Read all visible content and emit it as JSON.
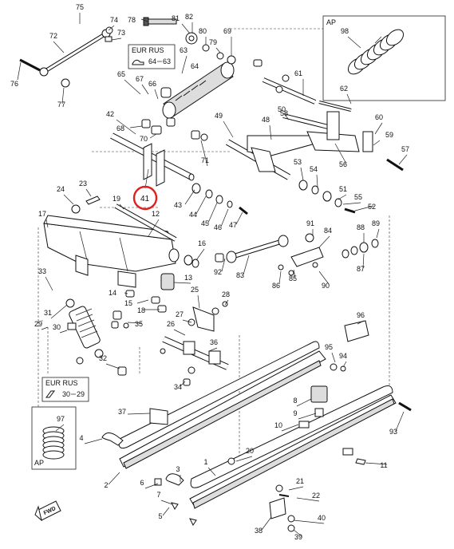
{
  "inset_label": "AP",
  "eur_rus_box_1": {
    "title": "EUR RUS",
    "a": "64",
    "b": "63"
  },
  "eur_rus_box_2": {
    "title": "EUR RUS",
    "a": "30",
    "b": "29"
  },
  "callout_label": "41",
  "fwd_label": "FWD",
  "part_numbers": [
    "75",
    "74",
    "73",
    "72",
    "76",
    "77",
    "78",
    "81",
    "82",
    "80",
    "79",
    "69",
    "63",
    "64",
    "65",
    "66",
    "67",
    "68",
    "70",
    "71",
    "42",
    "43",
    "44",
    "45",
    "46",
    "47",
    "48",
    "49",
    "50",
    "51",
    "52",
    "53",
    "54",
    "55",
    "56",
    "57",
    "58",
    "59",
    "60",
    "61",
    "62",
    "83",
    "84",
    "85",
    "86",
    "87",
    "88",
    "89",
    "90",
    "91",
    "92",
    "93",
    "94",
    "95",
    "96",
    "97",
    "98",
    "1",
    "2",
    "3",
    "4",
    "5",
    "6",
    "7",
    "8",
    "9",
    "10",
    "11",
    "12",
    "13",
    "14",
    "15",
    "16",
    "17",
    "18",
    "19",
    "20",
    "21",
    "22",
    "23",
    "24",
    "25",
    "26",
    "27",
    "28",
    "29",
    "30",
    "31",
    "32",
    "33",
    "34",
    "35",
    "36",
    "37",
    "38",
    "39",
    "40"
  ]
}
